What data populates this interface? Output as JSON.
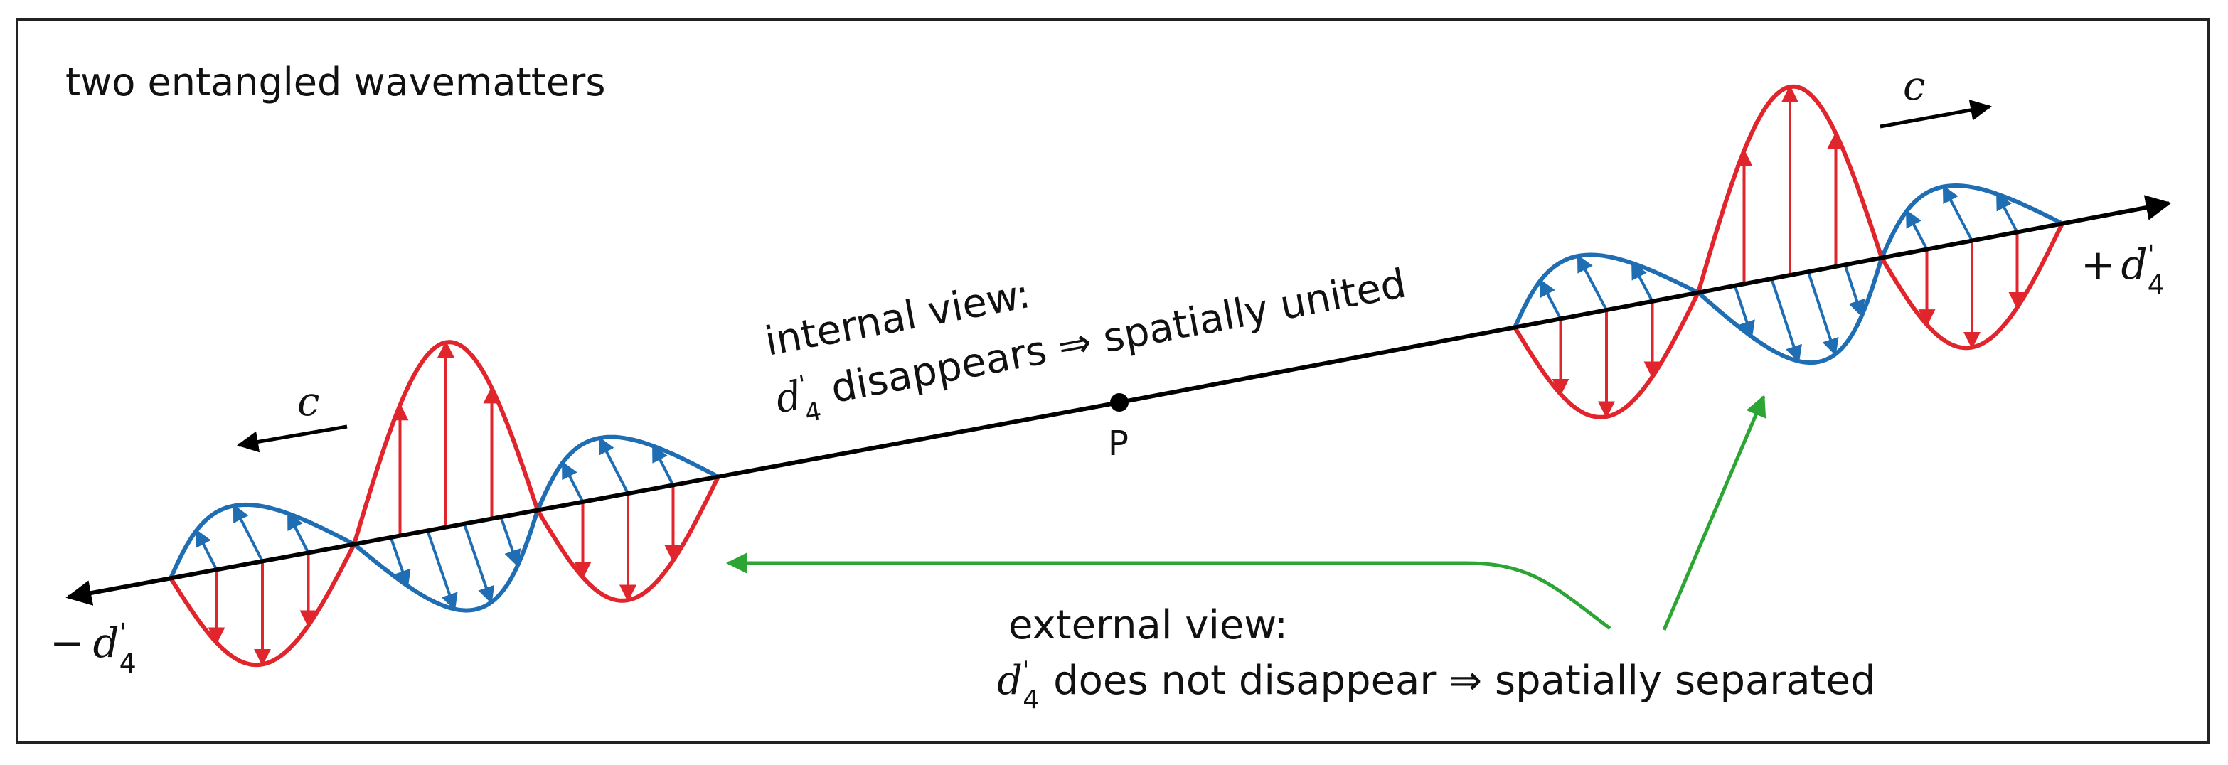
{
  "caption": "two entangled wavematters",
  "internal": {
    "line1": "internal view:",
    "sym": "d",
    "sup": "'",
    "sub": "4",
    "rest": "disappears ⇒ spatially united"
  },
  "external": {
    "line1": "external view:",
    "sym": "d",
    "sup": "'",
    "sub": "4",
    "rest": "does not disappear ⇒ spatially separated"
  },
  "point": {
    "label": "P"
  },
  "speed": {
    "label": "c"
  },
  "axis": {
    "minus": "−",
    "plus": "+",
    "sym": "d",
    "sup": "'",
    "sub": "4"
  },
  "colors": {
    "electric": "#e0262c",
    "magnetic": "#1f6db3",
    "axis": "#000000",
    "pointer": "#2ca534"
  }
}
